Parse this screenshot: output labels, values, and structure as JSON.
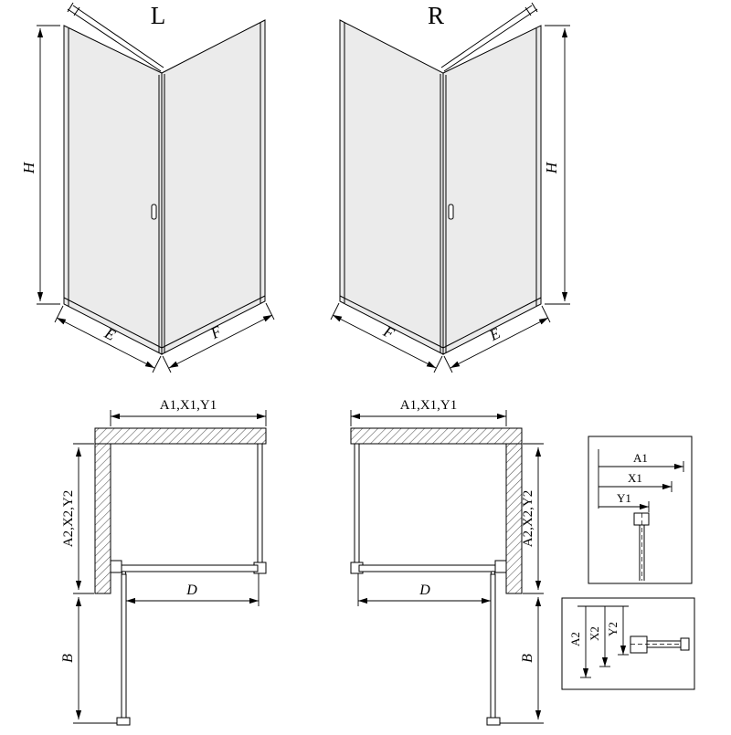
{
  "document": {
    "type": "shower-enclosure-technical-drawing",
    "colors": {
      "line": "#000000",
      "glass": "#ebebeb",
      "hatch": "#555555",
      "background": "#ffffff"
    }
  },
  "views": {
    "iso_left": {
      "title": "L",
      "dims": {
        "height": "H",
        "bottom_left": "E",
        "bottom_right": "F"
      }
    },
    "iso_right": {
      "title": "R",
      "dims": {
        "height": "H",
        "bottom_left": "F",
        "bottom_right": "E"
      }
    },
    "plan_left": {
      "dims": {
        "top": "A1,X1,Y1",
        "side": "A2,X2,Y2",
        "door": "D",
        "swing": "B"
      }
    },
    "plan_right": {
      "dims": {
        "top": "A1,X1,Y1",
        "side": "A2,X2,Y2",
        "door": "D",
        "swing": "B"
      }
    },
    "detail_top": {
      "dims": {
        "a1": "A1",
        "x1": "X1",
        "y1": "Y1"
      }
    },
    "detail_bottom": {
      "dims": {
        "a2": "A2",
        "x2": "X2",
        "y2": "Y2"
      }
    }
  }
}
